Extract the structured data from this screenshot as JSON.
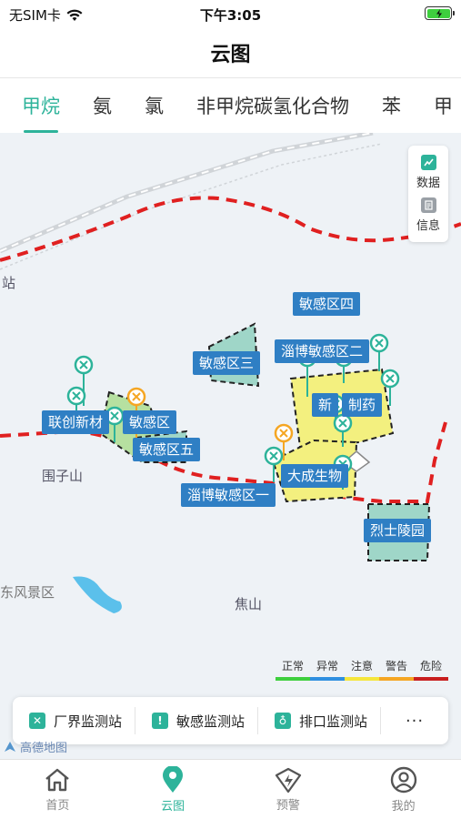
{
  "status": {
    "carrier": "无SIM卡",
    "time": "下午3:05"
  },
  "header": {
    "title": "云图"
  },
  "tabs": [
    "甲烷",
    "氨",
    "氯",
    "非甲烷碳氢化合物",
    "苯",
    "甲"
  ],
  "side_tools": [
    {
      "label": "数据",
      "icon": "chart-icon"
    },
    {
      "label": "信息",
      "icon": "document-icon"
    }
  ],
  "map_labels": {
    "zone4": "敏感区四",
    "zone3": "敏感区三",
    "zibo2": "淄博敏感区二",
    "xin": "新",
    "pharma": "制药",
    "lianchuang": "联创新材",
    "zone_tail": "敏感区",
    "zone5": "敏感区五",
    "dacheng": "大成生物",
    "zibo1": "淄博敏感区一",
    "lieshi": "烈士陵园"
  },
  "places": {
    "station": "站",
    "weizi": "围子山",
    "scenic": "东风景区",
    "jiaoshan": "焦山"
  },
  "legend": [
    {
      "label": "正常",
      "color": "#3ecf3e"
    },
    {
      "label": "异常",
      "color": "#2f8fe0"
    },
    {
      "label": "注意",
      "color": "#f5e63c"
    },
    {
      "label": "警告",
      "color": "#f5a623"
    },
    {
      "label": "危险",
      "color": "#c81e1e"
    }
  ],
  "stations": [
    {
      "label": "厂界监测站",
      "icon": "factory-icon",
      "color": "#2db39a"
    },
    {
      "label": "敏感监测站",
      "icon": "alert-icon",
      "color": "#2db39a"
    },
    {
      "label": "排口监测站",
      "icon": "outlet-icon",
      "color": "#2db39a"
    }
  ],
  "station_more": "···",
  "amap": "高德地图",
  "tabbar": [
    {
      "label": "首页",
      "icon": "home-icon"
    },
    {
      "label": "云图",
      "icon": "location-icon"
    },
    {
      "label": "预警",
      "icon": "warning-icon"
    },
    {
      "label": "我的",
      "icon": "user-icon"
    }
  ]
}
